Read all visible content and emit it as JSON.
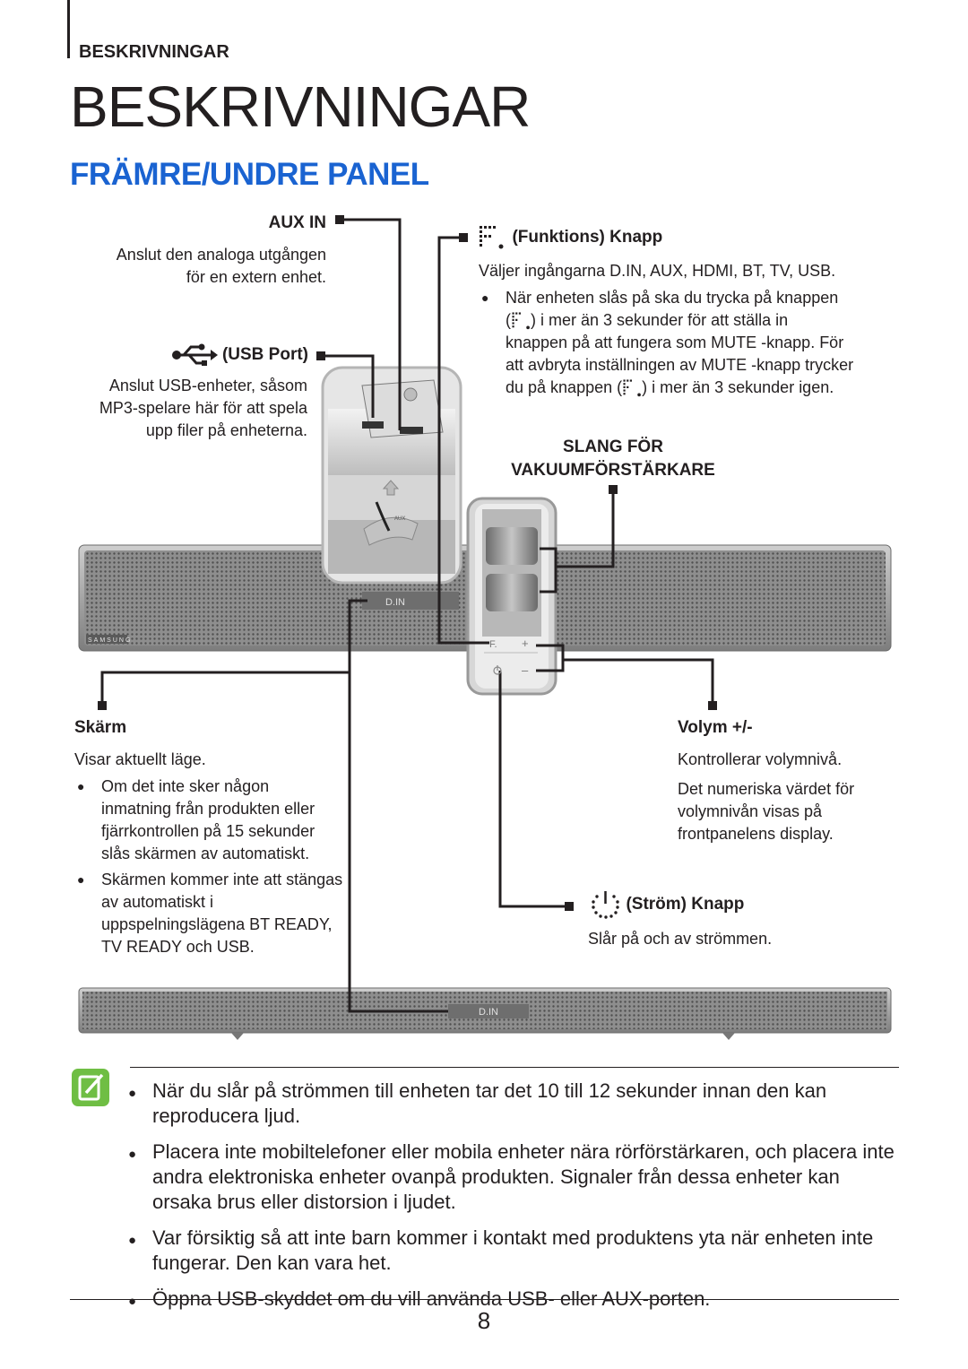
{
  "header": {
    "section_label": "BESKRIVNINGAR",
    "title": "BESKRIVNINGAR",
    "subheading": "FRÄMRE/UNDRE PANEL"
  },
  "callouts": {
    "aux_in": {
      "label": "AUX IN",
      "desc": [
        "Anslut den analoga utgången",
        "för en extern enhet."
      ]
    },
    "usb_port": {
      "label": "(USB Port)",
      "desc": [
        "Anslut USB-enheter, såsom",
        "MP3-spelare här för att spela",
        "upp filer på enheterna."
      ]
    },
    "function": {
      "label": "(Funktions) Knapp",
      "desc": "Väljer ingångarna D.IN, AUX, HDMI, BT, TV, USB.",
      "bullet_lines": [
        "När enheten slås på ska du trycka på knappen",
        "i mer än 3 sekunder för att ställa in",
        "knappen på att fungera som MUTE -knapp. För",
        "att avbryta inställningen av MUTE -knapp trycker",
        "du på knappen (",
        ") i mer än 3 sekunder igen."
      ]
    },
    "tube": {
      "label_line1": "SLANG FÖR",
      "label_line2": "VAKUUMFÖRSTÄRKARE"
    },
    "display": {
      "label": "Skärm",
      "desc": "Visar aktuellt läge.",
      "bullets": [
        "Om det inte sker någon inmatning från produkten eller fjärrkontrollen på 15 sekunder slås skärmen av automatiskt.",
        "Skärmen kommer inte att stängas av automatiskt i uppspelningslägena BT READY, TV READY och USB."
      ]
    },
    "volume": {
      "label": "Volym +/-",
      "desc": "Kontrollerar volymnivå.",
      "desc2": [
        "Det numeriska värdet för",
        "volymnivån visas på",
        "frontpanelens display."
      ]
    },
    "power": {
      "label": "(Ström) Knapp",
      "desc": "Slår på och av strömmen."
    }
  },
  "device": {
    "display_text": "D.IN",
    "brand": "SAMSUNG",
    "panel_f": "F.",
    "panel_plus": "+",
    "panel_minus": "–",
    "aux_text": "AUX"
  },
  "notes": [
    "När du slår på strömmen till enheten tar det 10 till 12 sekunder innan den kan reproducera ljud.",
    "Placera inte mobiltelefoner eller mobila enheter nära rörförstärkaren, och placera inte andra elektroniska enheter ovanpå produkten. Signaler från dessa enheter kan orsaka brus eller distorsion i ljudet.",
    "Var försiktig så att inte barn kommer i kontakt med produktens yta när enheten inte fungerar. Den kan vara het.",
    "Öppna USB-skyddet om du vill använda USB- eller AUX-porten."
  ],
  "page_number": "8",
  "colors": {
    "heading_blue": "#1a63d1",
    "note_green": "#6fbe44",
    "text": "#231f20"
  },
  "icons": [
    "usb-icon",
    "function-icon",
    "power-icon",
    "note-icon"
  ]
}
